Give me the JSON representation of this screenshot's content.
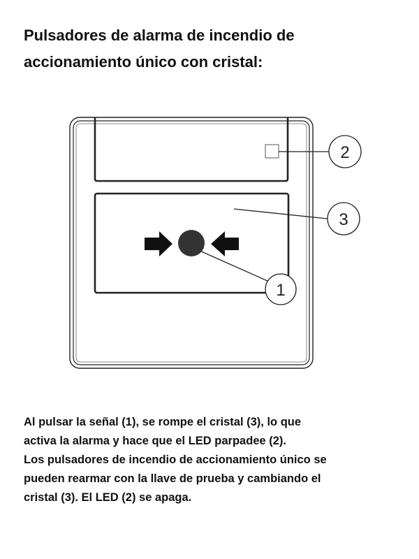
{
  "title": {
    "lines": [
      "Pulsadores de alarma de incendio de",
      "accionamiento único con cristal:"
    ]
  },
  "diagram": {
    "callouts": {
      "signal": "1",
      "led": "2",
      "glass": "3"
    },
    "icons": [
      "push-signal-dot",
      "arrow-right",
      "arrow-left",
      "led-square"
    ]
  },
  "description": {
    "lines": [
      "Al pulsar la señal (1), se rompe el cristal (3), lo que",
      "activa la alarma y hace que el LED parpadee (2).",
      "Los pulsadores de incendio de accionamiento único se",
      "pueden rearmar con la llave de prueba y cambiando el",
      "cristal (3). El LED (2) se apaga."
    ]
  }
}
